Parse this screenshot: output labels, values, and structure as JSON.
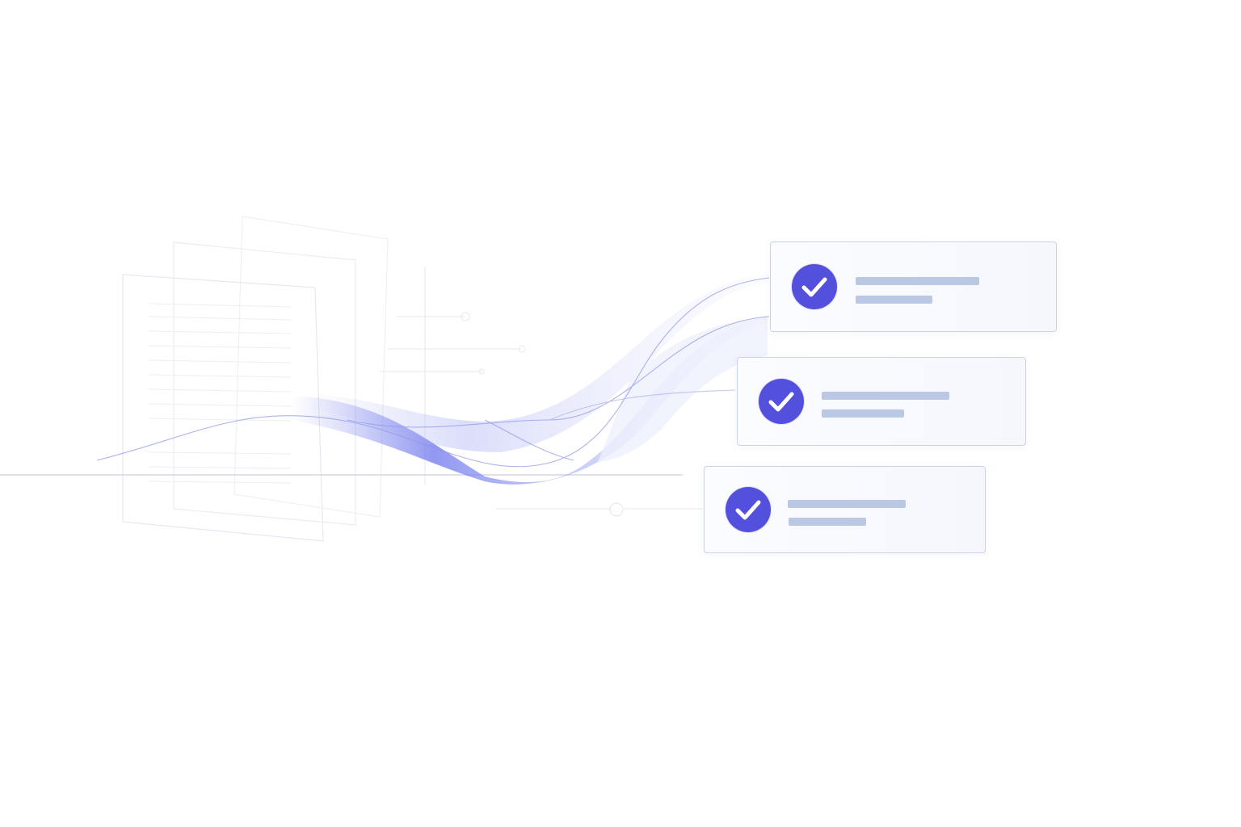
{
  "theme": {
    "accent": "#5450DE",
    "ribbon": "#7C86EE",
    "card_border": "#C9D3EC",
    "card_fill": "#F7F9FE",
    "placeholder_line": "#BAC8E3"
  },
  "cards": [
    {
      "icon": "check-circle-icon",
      "state": "checked"
    },
    {
      "icon": "check-circle-icon",
      "state": "checked"
    },
    {
      "icon": "check-circle-icon",
      "state": "checked"
    }
  ]
}
